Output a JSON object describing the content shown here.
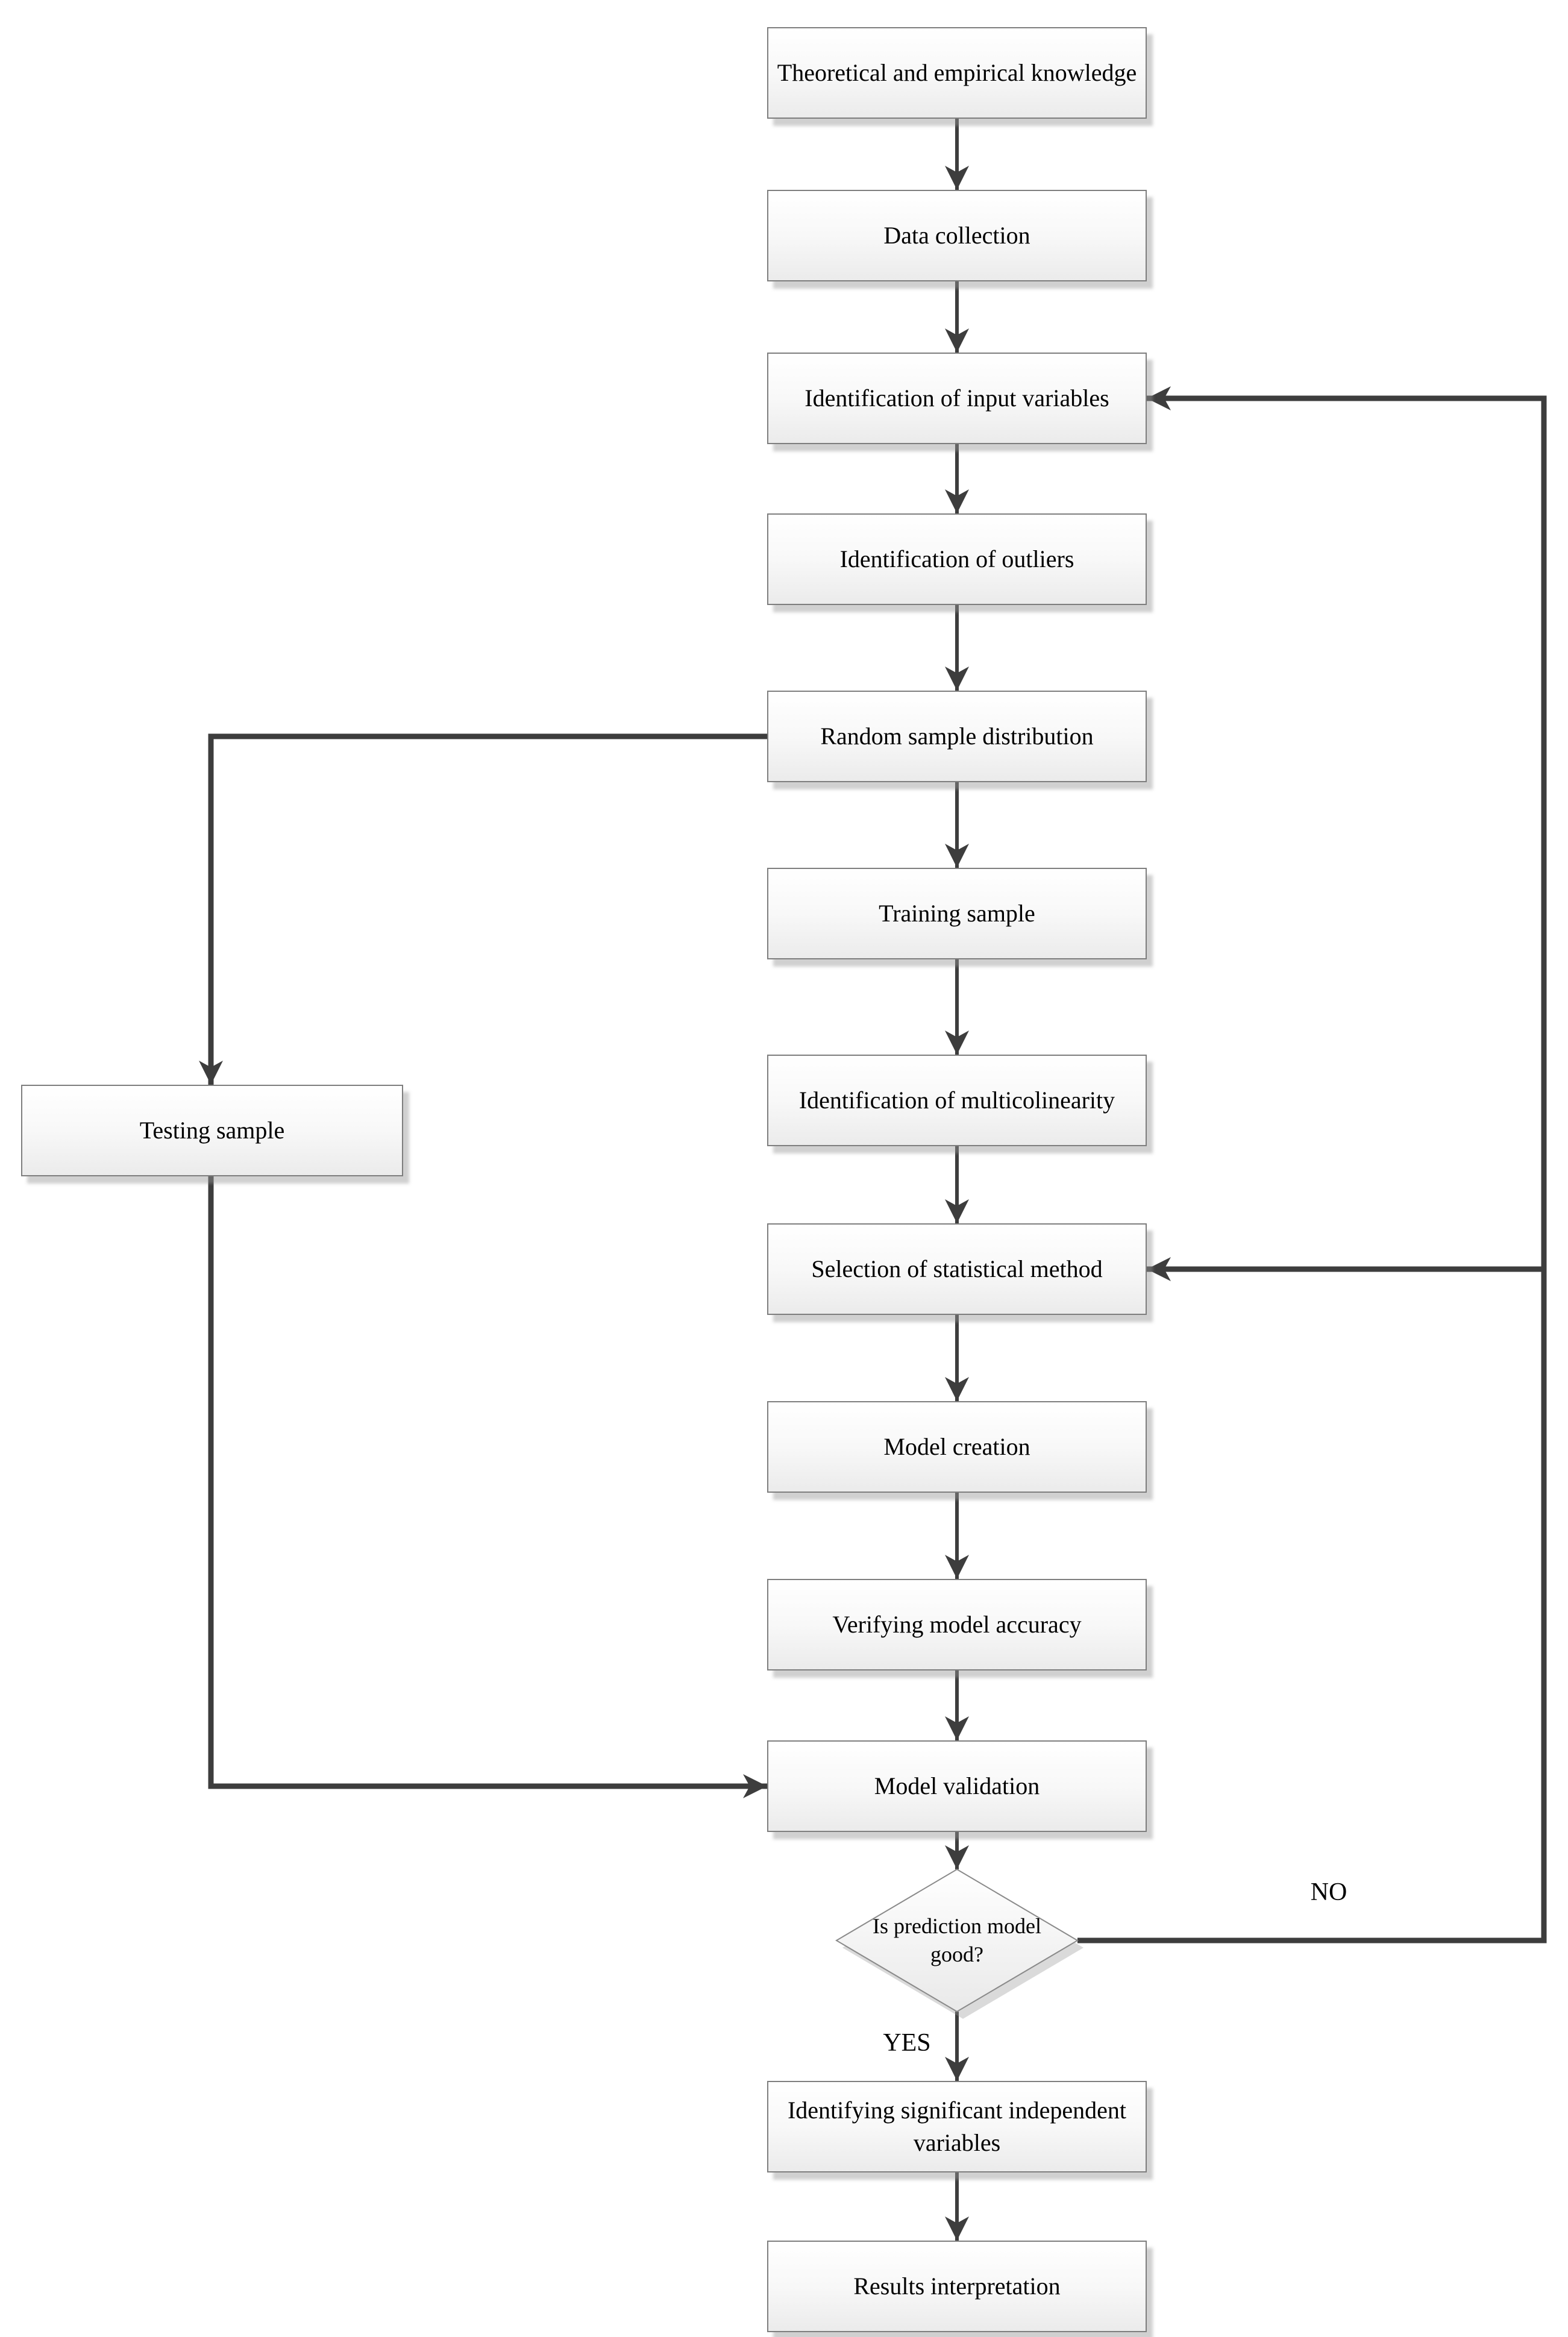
{
  "diagram": {
    "nodes": [
      {
        "id": "theoretical_knowledge",
        "type": "process",
        "label": "Theoretical and empirical knowledge"
      },
      {
        "id": "data_collection",
        "type": "process",
        "label": "Data collection"
      },
      {
        "id": "input_variables",
        "type": "process",
        "label": "Identification of input variables"
      },
      {
        "id": "outliers",
        "type": "process",
        "label": "Identification of outliers"
      },
      {
        "id": "random_sample_distribution",
        "type": "process",
        "label": "Random sample distribution"
      },
      {
        "id": "training_sample",
        "type": "process",
        "label": "Training sample"
      },
      {
        "id": "multicolinearity",
        "type": "process",
        "label": "Identification of multicolinearity"
      },
      {
        "id": "statistical_method",
        "type": "process",
        "label": "Selection of statistical method"
      },
      {
        "id": "model_creation",
        "type": "process",
        "label": "Model creation"
      },
      {
        "id": "verifying_accuracy",
        "type": "process",
        "label": "Verifying model accuracy"
      },
      {
        "id": "model_validation",
        "type": "process",
        "label": "Model validation"
      },
      {
        "id": "testing_sample",
        "type": "process",
        "label": "Testing sample"
      },
      {
        "id": "decision_prediction",
        "type": "decision",
        "label": "Is prediction model good?"
      },
      {
        "id": "significant_variables",
        "type": "process",
        "label": "Identifying significant independent variables"
      },
      {
        "id": "results_interpretation",
        "type": "process",
        "label": "Results interpretation"
      }
    ],
    "edge_labels": {
      "no": "NO",
      "yes": "YES"
    },
    "colors": {
      "connector_line": "#3d3d3d",
      "box_border": "#7e7e7e",
      "box_fill_top": "#ffffff",
      "box_fill_bottom": "#ebebeb",
      "shadow": "#bdbdbd",
      "text": "#000000"
    }
  }
}
